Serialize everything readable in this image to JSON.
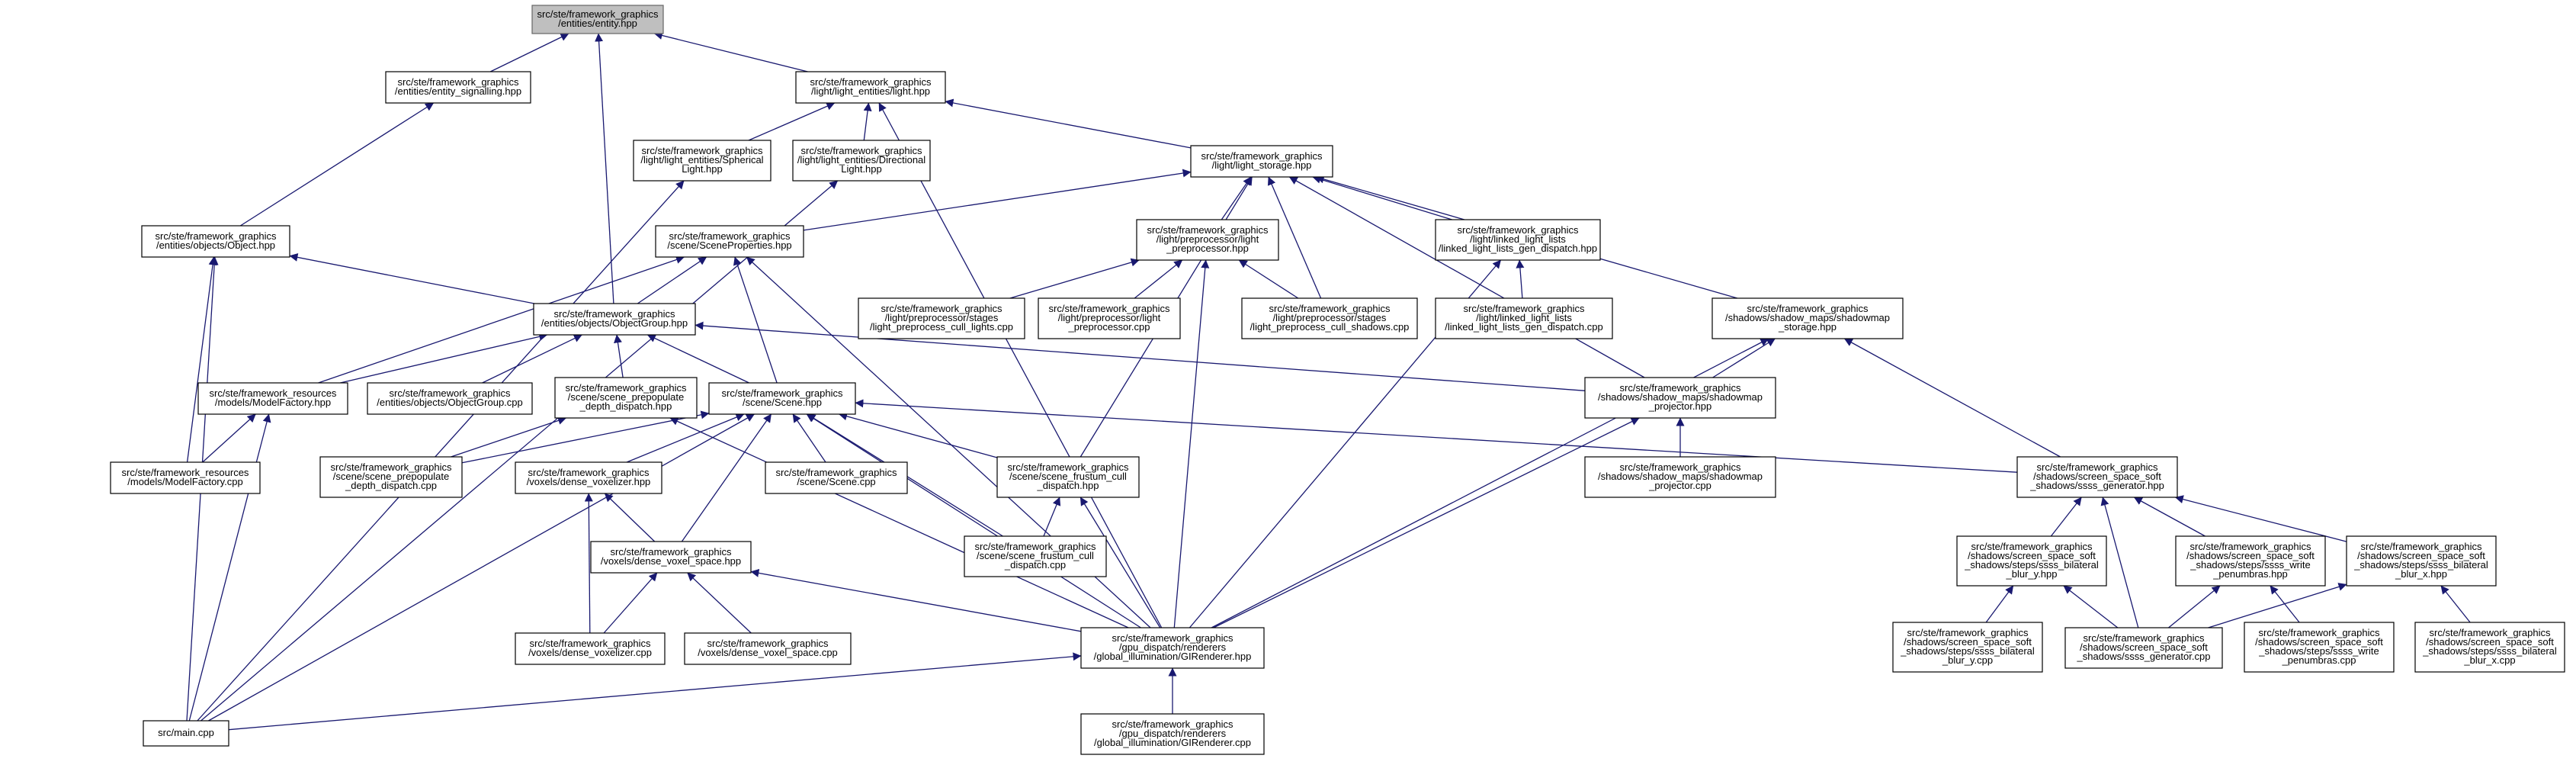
{
  "graph": {
    "colors": {
      "edge": "#191970",
      "node_border": "#000000",
      "node_fill": "#ffffff",
      "root_fill": "#bfbfbf"
    },
    "nodes": [
      {
        "id": "entity",
        "lines": [
          "src/ste/framework_graphics",
          "/entities/entity.hpp"
        ],
        "root": true
      },
      {
        "id": "entity_signalling",
        "lines": [
          "src/ste/framework_graphics",
          "/entities/entity_signalling.hpp"
        ]
      },
      {
        "id": "light",
        "lines": [
          "src/ste/framework_graphics",
          "/light/light_entities/light.hpp"
        ]
      },
      {
        "id": "spherical_light",
        "lines": [
          "src/ste/framework_graphics",
          "/light/light_entities/Spherical",
          "Light.hpp"
        ]
      },
      {
        "id": "directional_light",
        "lines": [
          "src/ste/framework_graphics",
          "/light/light_entities/Directional",
          "Light.hpp"
        ]
      },
      {
        "id": "light_storage",
        "lines": [
          "src/ste/framework_graphics",
          "/light/light_storage.hpp"
        ]
      },
      {
        "id": "object",
        "lines": [
          "src/ste/framework_graphics",
          "/entities/objects/Object.hpp"
        ]
      },
      {
        "id": "scene_properties",
        "lines": [
          "src/ste/framework_graphics",
          "/scene/SceneProperties.hpp"
        ]
      },
      {
        "id": "light_preprocessor_hpp",
        "lines": [
          "src/ste/framework_graphics",
          "/light/preprocessor/light",
          "_preprocessor.hpp"
        ]
      },
      {
        "id": "linked_light_lists_hpp",
        "lines": [
          "src/ste/framework_graphics",
          "/light/linked_light_lists",
          "/linked_light_lists_gen_dispatch.hpp"
        ]
      },
      {
        "id": "object_group_hpp",
        "lines": [
          "src/ste/framework_graphics",
          "/entities/objects/ObjectGroup.hpp"
        ]
      },
      {
        "id": "preprocess_cull_lights",
        "lines": [
          "src/ste/framework_graphics",
          "/light/preprocessor/stages",
          "/light_preprocess_cull_lights.cpp"
        ]
      },
      {
        "id": "light_preprocessor_cpp",
        "lines": [
          "src/ste/framework_graphics",
          "/light/preprocessor/light",
          "_preprocessor.cpp"
        ]
      },
      {
        "id": "preprocess_cull_shadows",
        "lines": [
          "src/ste/framework_graphics",
          "/light/preprocessor/stages",
          "/light_preprocess_cull_shadows.cpp"
        ]
      },
      {
        "id": "linked_light_lists_cpp",
        "lines": [
          "src/ste/framework_graphics",
          "/light/linked_light_lists",
          "/linked_light_lists_gen_dispatch.cpp"
        ]
      },
      {
        "id": "shadowmap_storage",
        "lines": [
          "src/ste/framework_graphics",
          "/shadows/shadow_maps/shadowmap",
          "_storage.hpp"
        ]
      },
      {
        "id": "model_factory_hpp",
        "lines": [
          "src/ste/framework_resources",
          "/models/ModelFactory.hpp"
        ]
      },
      {
        "id": "object_group_cpp",
        "lines": [
          "src/ste/framework_graphics",
          "/entities/objects/ObjectGroup.cpp"
        ]
      },
      {
        "id": "prepopulate_hpp",
        "lines": [
          "src/ste/framework_graphics",
          "/scene/scene_prepopulate",
          "_depth_dispatch.hpp"
        ]
      },
      {
        "id": "scene_hpp",
        "lines": [
          "src/ste/framework_graphics",
          "/scene/Scene.hpp"
        ]
      },
      {
        "id": "shadowmap_projector_hpp",
        "lines": [
          "src/ste/framework_graphics",
          "/shadows/shadow_maps/shadowmap",
          "_projector.hpp"
        ]
      },
      {
        "id": "model_factory_cpp",
        "lines": [
          "src/ste/framework_resources",
          "/models/ModelFactory.cpp"
        ]
      },
      {
        "id": "prepopulate_cpp",
        "lines": [
          "src/ste/framework_graphics",
          "/scene/scene_prepopulate",
          "_depth_dispatch.cpp"
        ]
      },
      {
        "id": "dense_voxelizer_hpp",
        "lines": [
          "src/ste/framework_graphics",
          "/voxels/dense_voxelizer.hpp"
        ]
      },
      {
        "id": "scene_cpp",
        "lines": [
          "src/ste/framework_graphics",
          "/scene/Scene.cpp"
        ]
      },
      {
        "id": "frustum_cull_hpp",
        "lines": [
          "src/ste/framework_graphics",
          "/scene/scene_frustum_cull",
          "_dispatch.hpp"
        ]
      },
      {
        "id": "shadowmap_projector_cpp",
        "lines": [
          "src/ste/framework_graphics",
          "/shadows/shadow_maps/shadowmap",
          "_projector.cpp"
        ]
      },
      {
        "id": "ssss_generator_hpp",
        "lines": [
          "src/ste/framework_graphics",
          "/shadows/screen_space_soft",
          "_shadows/ssss_generator.hpp"
        ]
      },
      {
        "id": "frustum_cull_cpp",
        "lines": [
          "src/ste/framework_graphics",
          "/scene/scene_frustum_cull",
          "_dispatch.cpp"
        ]
      },
      {
        "id": "dense_voxel_space_hpp",
        "lines": [
          "src/ste/framework_graphics",
          "/voxels/dense_voxel_space.hpp"
        ]
      },
      {
        "id": "blur_y_hpp",
        "lines": [
          "src/ste/framework_graphics",
          "/shadows/screen_space_soft",
          "_shadows/steps/ssss_bilateral",
          "_blur_y.hpp"
        ]
      },
      {
        "id": "write_penumbras_hpp",
        "lines": [
          "src/ste/framework_graphics",
          "/shadows/screen_space_soft",
          "_shadows/steps/ssss_write",
          "_penumbras.hpp"
        ]
      },
      {
        "id": "blur_x_hpp",
        "lines": [
          "src/ste/framework_graphics",
          "/shadows/screen_space_soft",
          "_shadows/steps/ssss_bilateral",
          "_blur_x.hpp"
        ]
      },
      {
        "id": "dense_voxelizer_cpp",
        "lines": [
          "src/ste/framework_graphics",
          "/voxels/dense_voxelizer.cpp"
        ]
      },
      {
        "id": "dense_voxel_space_cpp",
        "lines": [
          "src/ste/framework_graphics",
          "/voxels/dense_voxel_space.cpp"
        ]
      },
      {
        "id": "gi_renderer_hpp",
        "lines": [
          "src/ste/framework_graphics",
          "/gpu_dispatch/renderers",
          "/global_illumination/GIRenderer.hpp"
        ]
      },
      {
        "id": "blur_y_cpp",
        "lines": [
          "src/ste/framework_graphics",
          "/shadows/screen_space_soft",
          "_shadows/steps/ssss_bilateral",
          "_blur_y.cpp"
        ]
      },
      {
        "id": "ssss_generator_cpp",
        "lines": [
          "src/ste/framework_graphics",
          "/shadows/screen_space_soft",
          "_shadows/ssss_generator.cpp"
        ]
      },
      {
        "id": "write_penumbras_cpp",
        "lines": [
          "src/ste/framework_graphics",
          "/shadows/screen_space_soft",
          "_shadows/steps/ssss_write",
          "_penumbras.cpp"
        ]
      },
      {
        "id": "blur_x_cpp",
        "lines": [
          "src/ste/framework_graphics",
          "/shadows/screen_space_soft",
          "_shadows/steps/ssss_bilateral",
          "_blur_x.cpp"
        ]
      },
      {
        "id": "main_cpp",
        "lines": [
          "src/main.cpp"
        ]
      },
      {
        "id": "gi_renderer_cpp",
        "lines": [
          "src/ste/framework_graphics",
          "/gpu_dispatch/renderers",
          "/global_illumination/GIRenderer.cpp"
        ]
      }
    ],
    "edges": [
      [
        "entity_signalling",
        "entity"
      ],
      [
        "light",
        "entity"
      ],
      [
        "object_group_hpp",
        "entity"
      ],
      [
        "object",
        "entity_signalling"
      ],
      [
        "spherical_light",
        "light"
      ],
      [
        "directional_light",
        "light"
      ],
      [
        "light_storage",
        "light"
      ],
      [
        "gi_renderer_hpp",
        "light"
      ],
      [
        "main_cpp",
        "spherical_light"
      ],
      [
        "main_cpp",
        "directional_light"
      ],
      [
        "scene_properties",
        "light_storage"
      ],
      [
        "light_preprocessor_hpp",
        "light_storage"
      ],
      [
        "linked_light_lists_hpp",
        "light_storage"
      ],
      [
        "preprocess_cull_shadows",
        "light_storage"
      ],
      [
        "shadowmap_storage",
        "light_storage"
      ],
      [
        "frustum_cull_hpp",
        "light_storage"
      ],
      [
        "shadowmap_projector_hpp",
        "light_storage"
      ],
      [
        "object_group_hpp",
        "object"
      ],
      [
        "model_factory_cpp",
        "object"
      ],
      [
        "main_cpp",
        "object"
      ],
      [
        "object_group_hpp",
        "scene_properties"
      ],
      [
        "model_factory_hpp",
        "scene_properties"
      ],
      [
        "scene_hpp",
        "scene_properties"
      ],
      [
        "gi_renderer_hpp",
        "scene_properties"
      ],
      [
        "preprocess_cull_lights",
        "light_preprocessor_hpp"
      ],
      [
        "light_preprocessor_cpp",
        "light_preprocessor_hpp"
      ],
      [
        "preprocess_cull_shadows",
        "light_preprocessor_hpp"
      ],
      [
        "gi_renderer_hpp",
        "light_preprocessor_hpp"
      ],
      [
        "linked_light_lists_cpp",
        "linked_light_lists_hpp"
      ],
      [
        "gi_renderer_hpp",
        "linked_light_lists_hpp"
      ],
      [
        "model_factory_hpp",
        "object_group_hpp"
      ],
      [
        "object_group_cpp",
        "object_group_hpp"
      ],
      [
        "prepopulate_hpp",
        "object_group_hpp"
      ],
      [
        "scene_hpp",
        "object_group_hpp"
      ],
      [
        "shadowmap_projector_hpp",
        "object_group_hpp"
      ],
      [
        "shadowmap_projector_hpp",
        "shadowmap_storage"
      ],
      [
        "ssss_generator_hpp",
        "shadowmap_storage"
      ],
      [
        "gi_renderer_hpp",
        "shadowmap_storage"
      ],
      [
        "model_factory_cpp",
        "model_factory_hpp"
      ],
      [
        "main_cpp",
        "model_factory_hpp"
      ],
      [
        "prepopulate_cpp",
        "prepopulate_hpp"
      ],
      [
        "gi_renderer_hpp",
        "prepopulate_hpp"
      ],
      [
        "prepopulate_cpp",
        "scene_hpp"
      ],
      [
        "dense_voxelizer_hpp",
        "scene_hpp"
      ],
      [
        "scene_cpp",
        "scene_hpp"
      ],
      [
        "frustum_cull_hpp",
        "scene_hpp"
      ],
      [
        "frustum_cull_cpp",
        "scene_hpp"
      ],
      [
        "dense_voxel_space_hpp",
        "scene_hpp"
      ],
      [
        "gi_renderer_hpp",
        "scene_hpp"
      ],
      [
        "main_cpp",
        "scene_hpp"
      ],
      [
        "ssss_generator_hpp",
        "scene_hpp"
      ],
      [
        "shadowmap_projector_cpp",
        "shadowmap_projector_hpp"
      ],
      [
        "gi_renderer_hpp",
        "shadowmap_projector_hpp"
      ],
      [
        "dense_voxel_space_hpp",
        "dense_voxelizer_hpp"
      ],
      [
        "dense_voxelizer_cpp",
        "dense_voxelizer_hpp"
      ],
      [
        "frustum_cull_cpp",
        "frustum_cull_hpp"
      ],
      [
        "gi_renderer_hpp",
        "frustum_cull_hpp"
      ],
      [
        "blur_y_hpp",
        "ssss_generator_hpp"
      ],
      [
        "write_penumbras_hpp",
        "ssss_generator_hpp"
      ],
      [
        "blur_x_hpp",
        "ssss_generator_hpp"
      ],
      [
        "ssss_generator_cpp",
        "ssss_generator_hpp"
      ],
      [
        "dense_voxelizer_cpp",
        "dense_voxel_space_hpp"
      ],
      [
        "dense_voxel_space_cpp",
        "dense_voxel_space_hpp"
      ],
      [
        "gi_renderer_hpp",
        "dense_voxel_space_hpp"
      ],
      [
        "blur_y_cpp",
        "blur_y_hpp"
      ],
      [
        "ssss_generator_cpp",
        "blur_y_hpp"
      ],
      [
        "write_penumbras_cpp",
        "write_penumbras_hpp"
      ],
      [
        "ssss_generator_cpp",
        "write_penumbras_hpp"
      ],
      [
        "blur_x_cpp",
        "blur_x_hpp"
      ],
      [
        "ssss_generator_cpp",
        "blur_x_hpp"
      ],
      [
        "main_cpp",
        "gi_renderer_hpp"
      ],
      [
        "gi_renderer_cpp",
        "gi_renderer_hpp"
      ]
    ]
  }
}
